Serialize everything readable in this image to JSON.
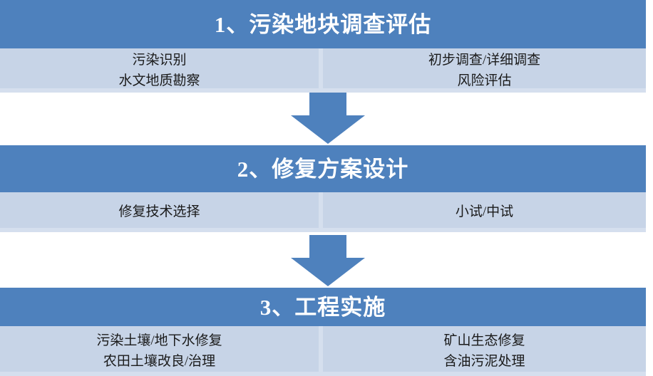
{
  "diagram": {
    "type": "vertical-process-flow",
    "colors": {
      "header_bg": "#4e81bd",
      "header_text": "#ffffff",
      "body_bg": "#c7d4e7",
      "divider": "#d5dfee",
      "arrow_fill": "#4e81bd",
      "page_bg": "#ffffff"
    },
    "stages": [
      {
        "title": "1、污染地块调查评估",
        "left_items": [
          "污染识别",
          "水文地质勘察"
        ],
        "right_items": [
          "初步调查/详细调查",
          "风险评估"
        ]
      },
      {
        "title": "2、修复方案设计",
        "left_items": [
          "修复技术选择"
        ],
        "right_items": [
          "小试/中试"
        ]
      },
      {
        "title": "3、工程实施",
        "left_items": [
          "污染土壤/地下水修复",
          "农田土壤改良/治理"
        ],
        "right_items": [
          "矿山生态修复",
          "含油污泥处理"
        ]
      }
    ],
    "connectors": [
      {
        "icon": "down-arrow-icon",
        "from_stage": 1,
        "to_stage": 2
      },
      {
        "icon": "down-arrow-icon",
        "from_stage": 2,
        "to_stage": 3
      }
    ]
  }
}
